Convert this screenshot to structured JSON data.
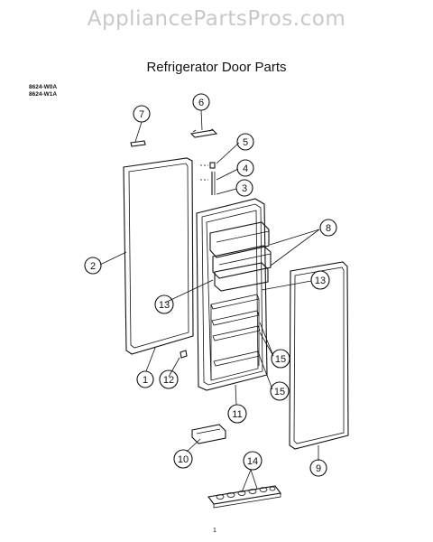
{
  "watermark": "AppliancePartsPros.com",
  "title": "Refrigerator Door Parts",
  "models": [
    "8624-W0A",
    "8624-W1A"
  ],
  "page_number": "1",
  "callouts": [
    "1",
    "2",
    "3",
    "4",
    "5",
    "6",
    "7",
    "8",
    "9",
    "10",
    "11",
    "12",
    "13",
    "13",
    "14",
    "15",
    "15"
  ]
}
